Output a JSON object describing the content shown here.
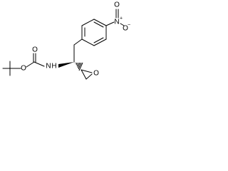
{
  "structure": {
    "atoms": {
      "nitro_n": "N",
      "nitro_n_charge": "+",
      "nitro_o_top": "O",
      "nitro_o_right": "O",
      "nitro_o_right_charge": "−",
      "carbamate_nh": "N",
      "carbamate_h": "H",
      "carbamate_o_carbonyl": "O",
      "carbamate_o_ester": "O",
      "epoxide_o": "O"
    },
    "stereo": {
      "nh_bond": "bold-wedge",
      "epoxide_bond": "hashed-wedge"
    }
  }
}
